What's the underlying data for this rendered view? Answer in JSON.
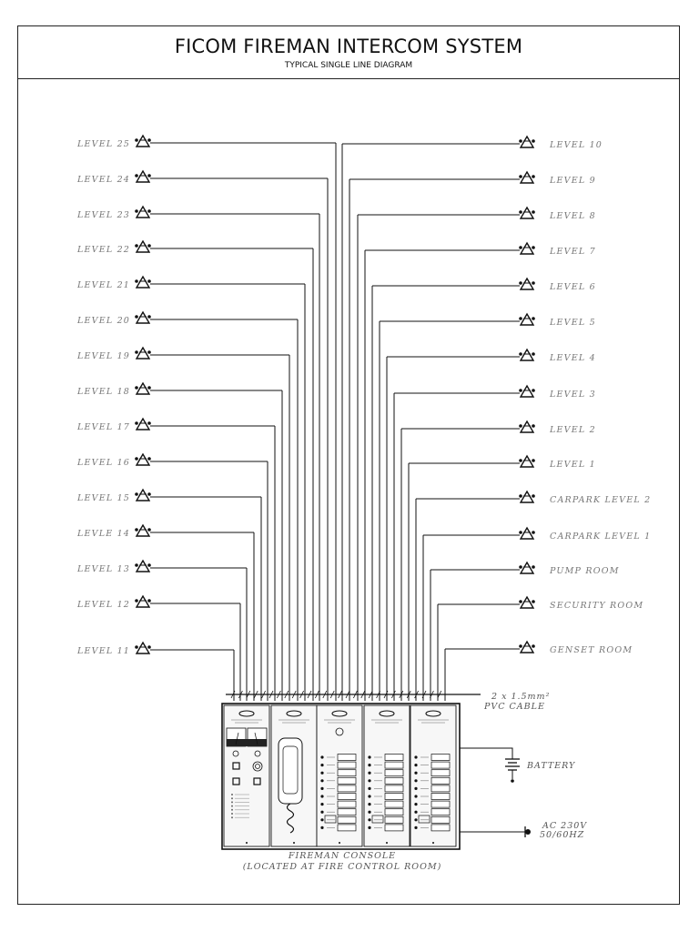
{
  "title": "FICOM FIREMAN INTERCOM SYSTEM",
  "subtitle": "TYPICAL SINGLE LINE DIAGRAM",
  "left_levels": [
    "LEVEL 25",
    "LEVEL 24",
    "LEVEL 23",
    "LEVEL 22",
    "LEVEL 21",
    "LEVEL 20",
    "LEVEL 19",
    "LEVEL 18",
    "LEVEL 17",
    "LEVEL 16",
    "LEVEL 15",
    "LEVLE 14",
    "LEVEL 13",
    "LEVEL 12",
    "LEVEL 11"
  ],
  "right_levels": [
    "LEVEL 10",
    "LEVEL 9",
    "LEVEL 8",
    "LEVEL 7",
    "LEVEL 6",
    "LEVEL 5",
    "LEVEL 4",
    "LEVEL 3",
    "LEVEL 2",
    "LEVEL 1",
    "CARPARK LEVEL 2",
    "CARPARK LEVEL 1",
    "PUMP ROOM",
    "SECURITY ROOM",
    "GENSET ROOM"
  ],
  "cable": {
    "line1": "2 x 1.5mm²",
    "line2": "PVC CABLE"
  },
  "battery": "BATTERY",
  "ac_supply": {
    "line1": "AC 230V",
    "line2": "50/60HZ"
  },
  "console": {
    "line1": "FIREMAN CONSOLE",
    "line2": "(LOCATED AT FIRE CONTROL ROOM)"
  },
  "colors": {
    "line": "#111111",
    "label": "#777777",
    "panel_fill": "#f7f7f7"
  },
  "icons": {
    "handset": "fireman-handset-icon",
    "battery": "battery-icon",
    "ac": "ac-plug-icon"
  }
}
